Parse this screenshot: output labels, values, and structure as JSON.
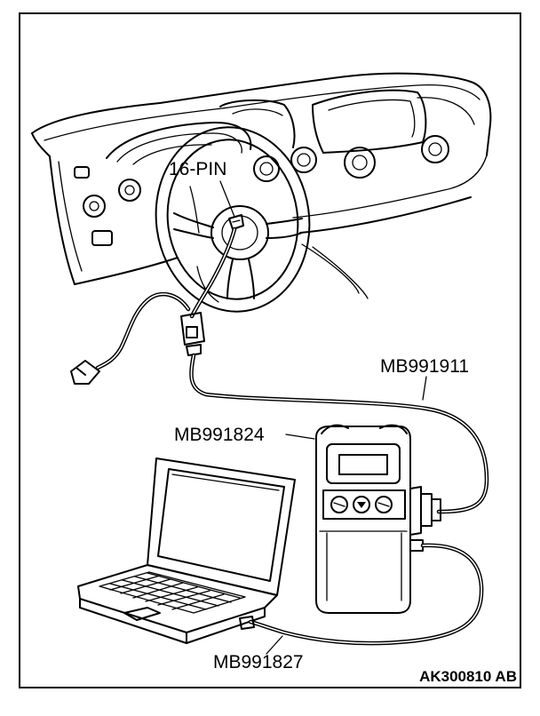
{
  "labels": {
    "connector": "16-PIN",
    "cable_top": "MB991911",
    "scan_tool": "MB991824",
    "cable_bottom": "MB991827",
    "figure_code": "AK300810 AB"
  }
}
